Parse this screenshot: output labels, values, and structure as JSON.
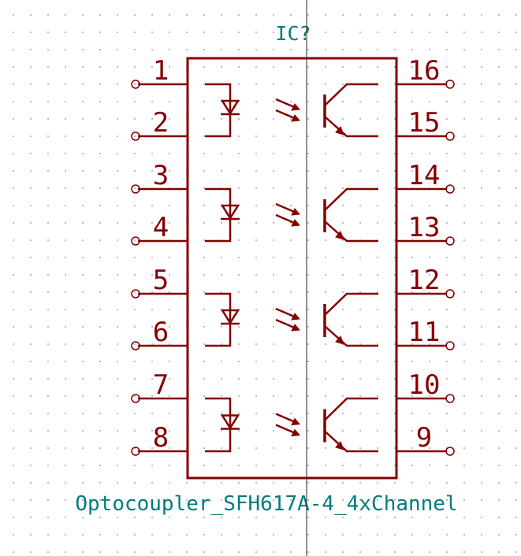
{
  "reference": "IC?",
  "value": "Optocoupler_SFH617A-4_4xChannel",
  "left_pins": [
    "1",
    "2",
    "3",
    "4",
    "5",
    "6",
    "7",
    "8"
  ],
  "right_pins": [
    "16",
    "15",
    "14",
    "13",
    "12",
    "11",
    "10",
    "9"
  ],
  "channels": 4,
  "colors": {
    "body": "#840000",
    "field": "#007b7b",
    "cursor": "#222222"
  }
}
